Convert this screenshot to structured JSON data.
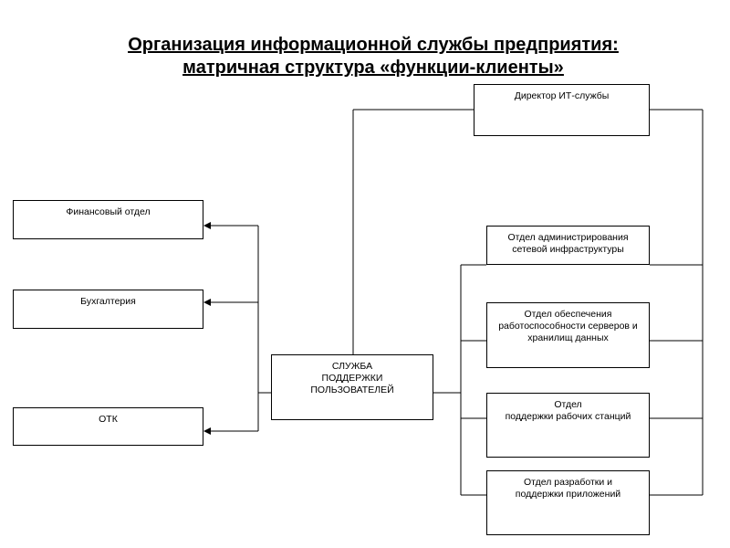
{
  "title": {
    "line1": "Организация информационной службы предприятия:",
    "line2": "матричная структура «функции-клиенты»"
  },
  "nodes": {
    "director": {
      "lines": [
        "Директор ИТ-службы"
      ]
    },
    "finance": {
      "lines": [
        "Финансовый отдел"
      ]
    },
    "accounting": {
      "lines": [
        "Бухгалтерия"
      ]
    },
    "otk": {
      "lines": [
        "ОТК"
      ]
    },
    "support": {
      "lines": [
        "СЛУЖБА",
        "ПОДДЕРЖКИ",
        "ПОЛЬЗОВАТЕЛЕЙ"
      ]
    },
    "network": {
      "lines": [
        "Отдел администрирования",
        "сетевой инфраструктуры"
      ]
    },
    "servers": {
      "lines": [
        "Отдел обеспечения",
        "работоспособности серверов и",
        "хранилищ данных"
      ]
    },
    "workstations": {
      "lines": [
        "Отдел",
        "поддержки рабочих станций"
      ]
    },
    "apps": {
      "lines": [
        "Отдел разработки и",
        "поддержки приложений"
      ]
    }
  }
}
